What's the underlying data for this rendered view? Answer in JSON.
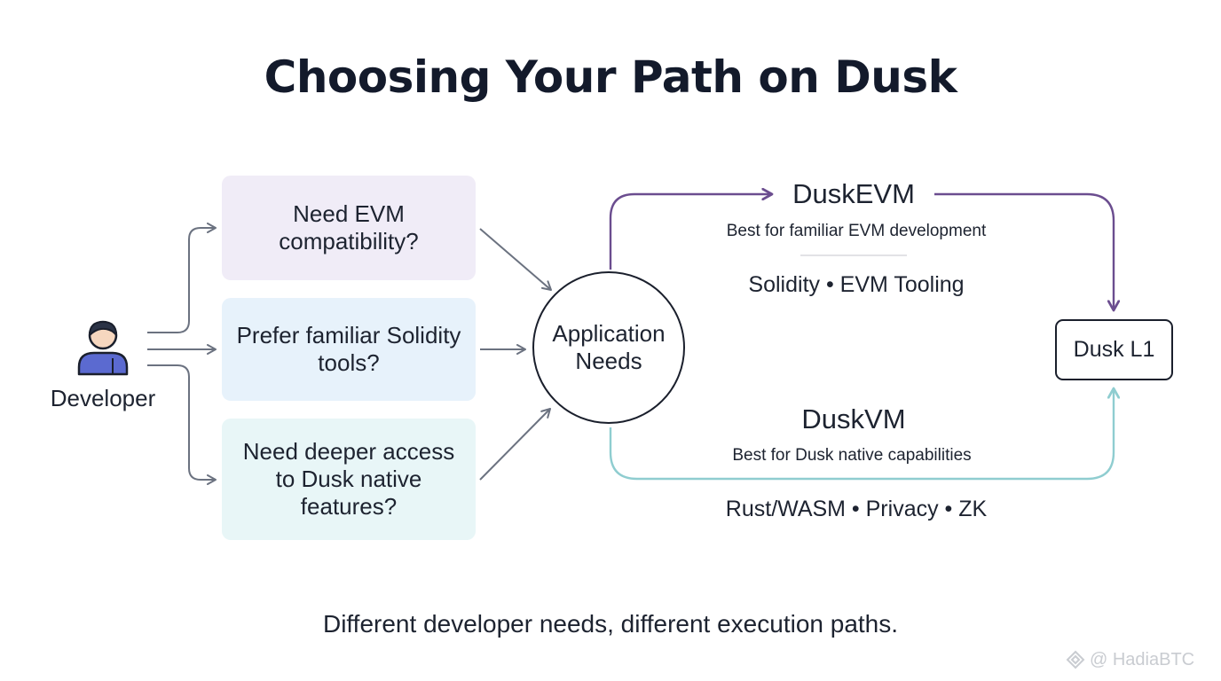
{
  "title": "Choosing Your Path on Dusk",
  "developer": {
    "label": "Developer",
    "icon": "developer-person-icon"
  },
  "questions": [
    "Need EVM compatibility?",
    "Prefer familiar Solidity tools?",
    "Need deeper access to Dusk native features?"
  ],
  "hub": "Application Needs",
  "paths": {
    "evm": {
      "title": "DuskEVM",
      "subtitle": "Best for familiar EVM development",
      "tags": "Solidity • EVM Tooling",
      "color": "#6b4d8f"
    },
    "vm": {
      "title": "DuskVM",
      "subtitle": "Best for Dusk native capabilities",
      "tags": "Rust/WASM • Privacy • ZK",
      "color": "#8fcdd0"
    }
  },
  "target": "Dusk L1",
  "caption": "Different developer needs, different execution paths.",
  "watermark": "@ HadiaBTC"
}
